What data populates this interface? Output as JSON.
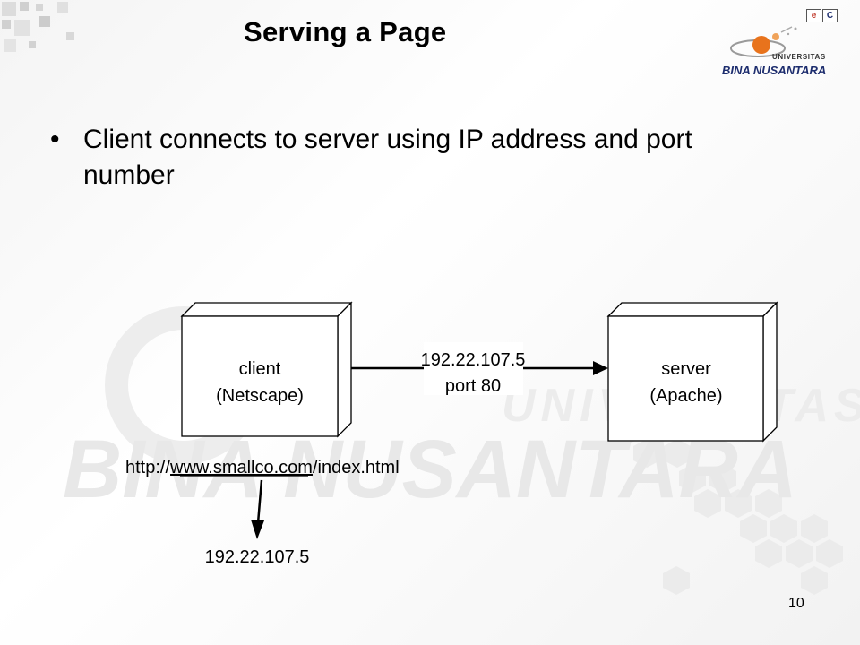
{
  "slide": {
    "title": "Serving a Page",
    "bullets": [
      "Client connects to server using IP address and port number"
    ],
    "page_number": "10"
  },
  "logo": {
    "icon_left": "e",
    "icon_right": "C",
    "line1": "UNIVERSITAS",
    "line2": "BINA NUSANTARA"
  },
  "watermark": {
    "text": "BINA NUSANTARA",
    "small_text": "UNIVERSITAS"
  },
  "diagram": {
    "client": {
      "line1": "client",
      "line2": "(Netscape)"
    },
    "server": {
      "line1": "server",
      "line2": "(Apache)"
    },
    "connection": {
      "line1": "192.22.107.5",
      "line2": "port 80"
    },
    "url": {
      "prefix": "http://",
      "host": "www.smallco.com",
      "path": "/index.html"
    },
    "resolved_ip": "192.22.107.5"
  },
  "colors": {
    "accent_orange": "#e8731c",
    "logo_navy": "#1d2d6e",
    "watermark_gray": "#e6e6e6"
  }
}
